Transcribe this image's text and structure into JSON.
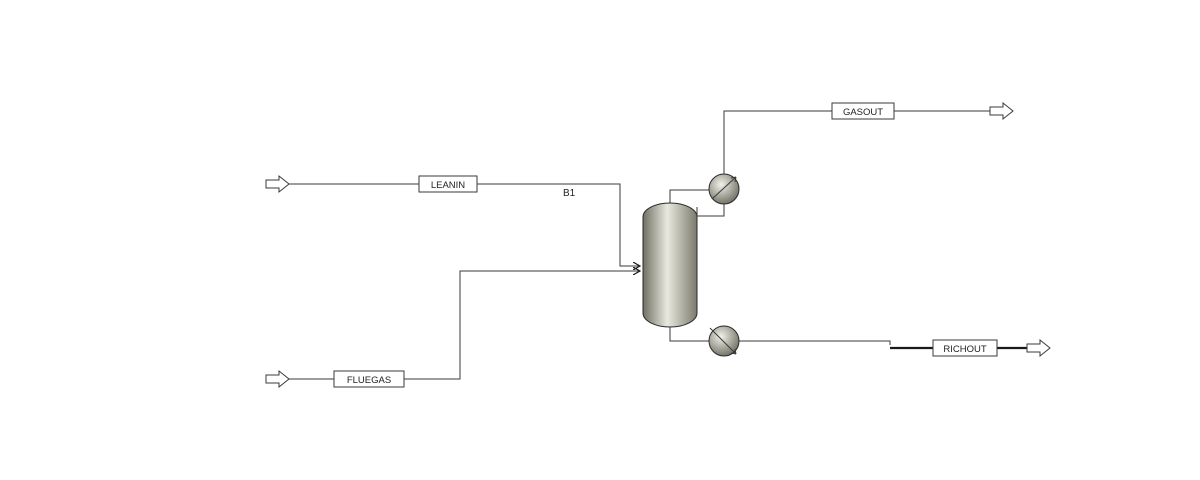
{
  "block": {
    "id": "B1"
  },
  "streams": {
    "leanin": "LEANIN",
    "fluegas": "FLUEGAS",
    "gasout": "GASOUT",
    "richout": "RICHOUT"
  }
}
